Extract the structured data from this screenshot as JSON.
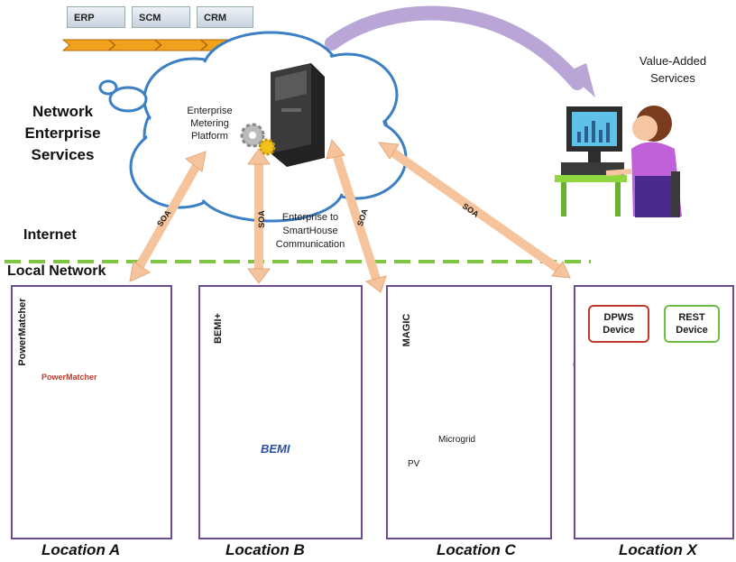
{
  "top_modules": [
    "ERP",
    "SCM",
    "CRM"
  ],
  "labels": {
    "network_enterprise": [
      "Network",
      "Enterprise",
      "Services"
    ],
    "internet": "Internet",
    "local_network": "Local Network",
    "platform": [
      "Enterprise",
      "Metering",
      "Platform"
    ],
    "value_added": [
      "Value-Added",
      "Services"
    ],
    "e2sh": [
      "Enterprise to",
      "SmartHouse",
      "Communication"
    ],
    "soa": "SOA"
  },
  "locations": [
    {
      "title": "Location A",
      "inner": "PowerMatcher",
      "logo": "PowerMatcher"
    },
    {
      "title": "Location B",
      "inner": "BEMI+",
      "logo": "BEMI"
    },
    {
      "title": "Location C",
      "inner": "MAGIC",
      "microgrid": "Microgrid",
      "pv": "PV"
    },
    {
      "title": "Location X",
      "devices": [
        "DPWS Device",
        "REST Device"
      ]
    }
  ],
  "colors": {
    "arrow": "#f6c49c",
    "divider": "#7dc542",
    "box": "#6a4c93",
    "house": "#2e9e3a"
  }
}
